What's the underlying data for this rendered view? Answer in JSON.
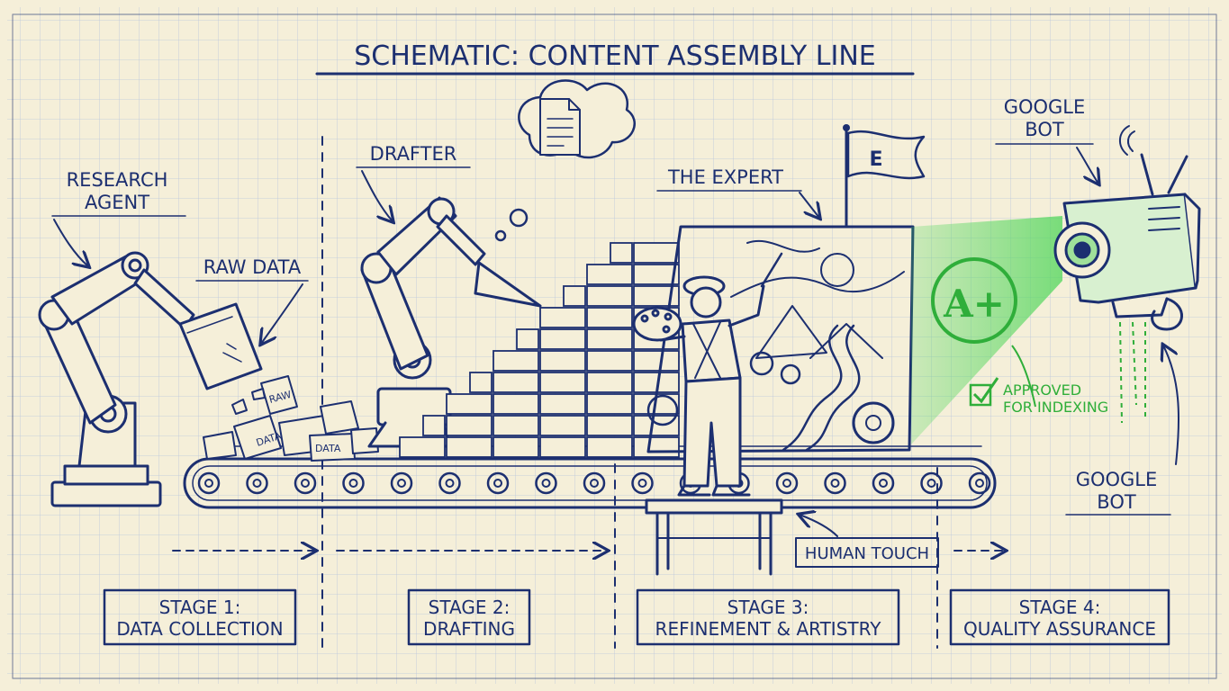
{
  "title": "SCHEMATIC: CONTENT ASSEMBLY LINE",
  "labels": {
    "research_agent_line1": "RESEARCH",
    "research_agent_line2": "AGENT",
    "raw_data": "RAW DATA",
    "drafter": "DRAFTER",
    "the_expert": "THE EXPERT",
    "google_bot_top_line1": "GOOGLE",
    "google_bot_top_line2": "BOT",
    "google_bot_bottom_line1": "GOOGLE",
    "google_bot_bottom_line2": "BOT",
    "human_touch": "HUMAN TOUCH",
    "approved_line1": "APPROVED",
    "approved_line2": "FOR INDEXING",
    "grade": "A+",
    "flag_letter": "E"
  },
  "box_texts": [
    "DATA",
    "RAW",
    "DATA"
  ],
  "stages": [
    {
      "line1": "STAGE 1:",
      "line2": "DATA COLLECTION"
    },
    {
      "line1": "STAGE 2:",
      "line2": "DRAFTING"
    },
    {
      "line1": "STAGE 3:",
      "line2": "REFINEMENT & ARTISTRY"
    },
    {
      "line1": "STAGE 4:",
      "line2": "QUALITY ASSURANCE"
    }
  ],
  "colors": {
    "paper": "#f5efd9",
    "grid": "#b9c6dd",
    "ink": "#1c2f70",
    "highlight_green": "#2fae3a"
  }
}
